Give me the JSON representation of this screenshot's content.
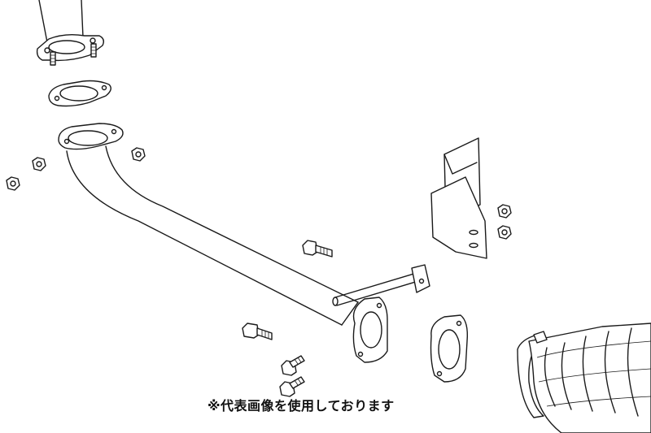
{
  "caption": "※代表画像を使用しております",
  "parts": [
    {
      "name": "upstream-pipe",
      "icon": "pipe-icon"
    },
    {
      "name": "flange-gasket-upper",
      "icon": "gasket-icon"
    },
    {
      "name": "front-pipe",
      "icon": "pipe-icon"
    },
    {
      "name": "flange-nuts",
      "icon": "nut-icon",
      "count": 3
    },
    {
      "name": "mounting-bracket",
      "icon": "bracket-icon"
    },
    {
      "name": "bracket-nuts",
      "icon": "nut-icon",
      "count": 2
    },
    {
      "name": "flange-bolts",
      "icon": "bolt-icon",
      "count": 4
    },
    {
      "name": "flange-gasket-lower",
      "icon": "gasket-icon"
    },
    {
      "name": "catalytic-converter",
      "icon": "catalyst-icon"
    }
  ],
  "colors": {
    "line": "#1a1a1a",
    "background": "#ffffff"
  }
}
